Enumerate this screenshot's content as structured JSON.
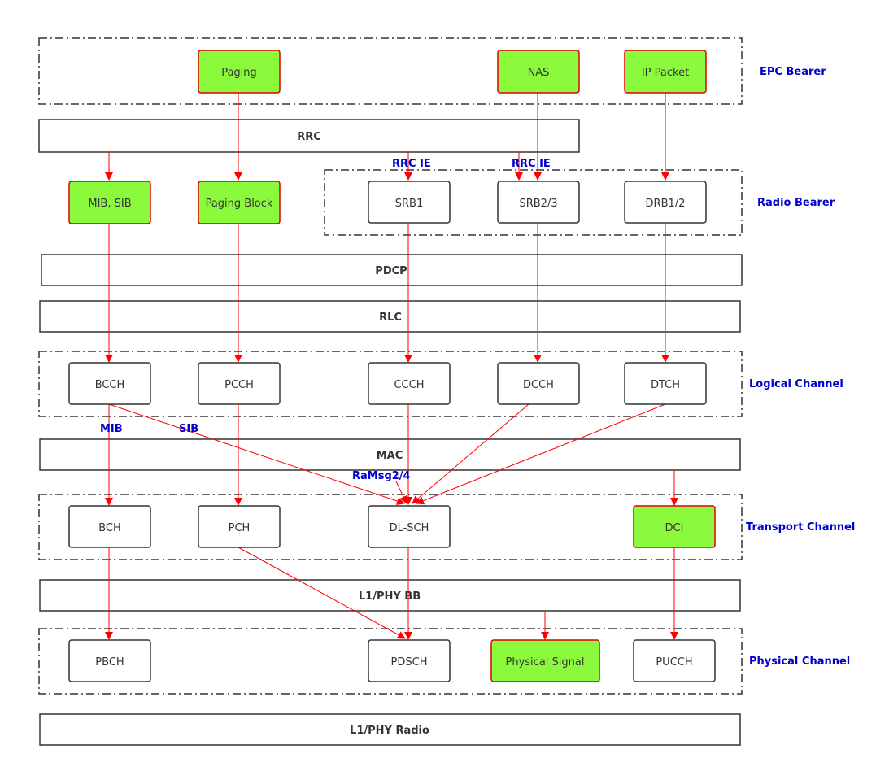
{
  "colors": {
    "highlight_fill": "#8cfa3c",
    "highlight_border": "#e00000",
    "node_border": "#333333",
    "arrow": "#ff0000",
    "group_label": "#0000cc"
  },
  "groups": {
    "epc_bearer": "EPC Bearer",
    "radio_bearer": "Radio Bearer",
    "logical_channel": "Logical Channel",
    "transport_channel": "Transport Channel",
    "physical_channel": "Physical Channel"
  },
  "layers": {
    "rrc": "RRC",
    "pdcp": "PDCP",
    "rlc": "RLC",
    "mac": "MAC",
    "l1_phy_bb": "L1/PHY BB",
    "l1_phy_radio": "L1/PHY Radio"
  },
  "nodes": {
    "paging": "Paging",
    "nas": "NAS",
    "ip_packet": "IP Packet",
    "mib_sib": "MIB, SIB",
    "paging_block": "Paging Block",
    "srb1": "SRB1",
    "srb2_3": "SRB2/3",
    "drb1_2": "DRB1/2",
    "bcch": "BCCH",
    "pcch": "PCCH",
    "ccch": "CCCH",
    "dcch": "DCCH",
    "dtch": "DTCH",
    "bch": "BCH",
    "pch": "PCH",
    "dl_sch": "DL-SCH",
    "dci": "DCI",
    "pbch": "PBCH",
    "pdsch": "PDSCH",
    "physical_signal": "Physical Signal",
    "pucch": "PUCCH"
  },
  "annotations": {
    "rrc_ie_1": "RRC IE",
    "rrc_ie_2": "RRC IE",
    "mib": "MIB",
    "sib": "SIB",
    "ramsg": "RaMsg2/4"
  }
}
